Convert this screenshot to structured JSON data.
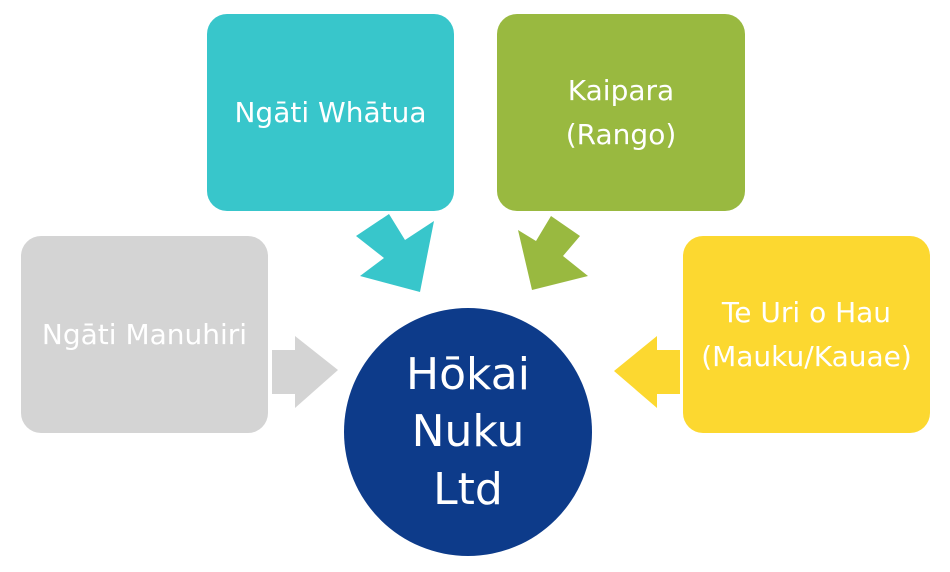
{
  "colors": {
    "teal": "#38c6cb",
    "green": "#99b940",
    "gray": "#d4d4d4",
    "yellow": "#fcd830",
    "navy": "#0d3b8a"
  },
  "nodes": {
    "whatua": {
      "lines": [
        "Ngāti Whātua"
      ]
    },
    "kaipara": {
      "lines": [
        "Kaipara",
        "(Rango)"
      ]
    },
    "manuhiri": {
      "lines": [
        "Ngāti Manuhiri"
      ]
    },
    "teuri": {
      "lines": [
        "Te Uri o Hau",
        "(Mauku/Kauae)"
      ]
    }
  },
  "center": {
    "lines": [
      "Hōkai",
      "Nuku",
      "Ltd"
    ]
  }
}
